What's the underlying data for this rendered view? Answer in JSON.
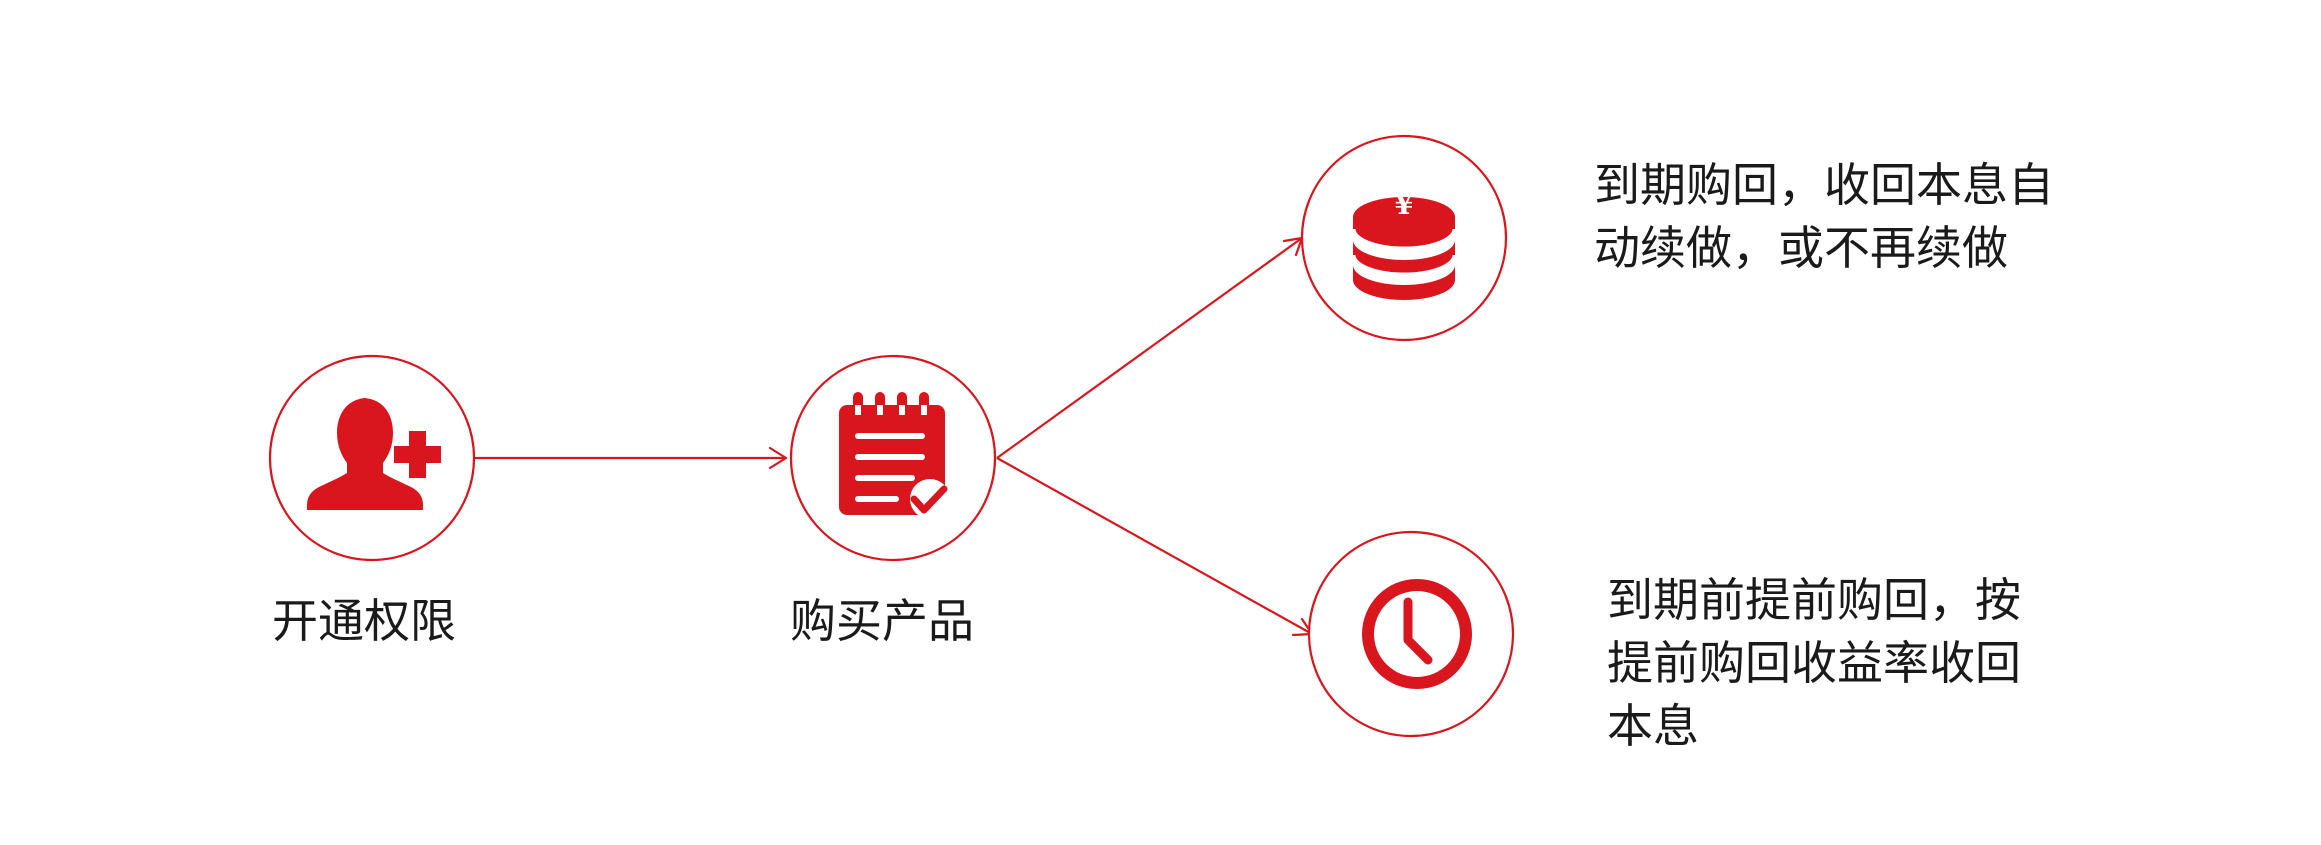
{
  "colors": {
    "accent": "#d9161e",
    "text": "#1a1a1a",
    "background": "#ffffff"
  },
  "steps": [
    {
      "label": "开通权限",
      "icon": "user-add-icon"
    },
    {
      "label": "购买产品",
      "icon": "notepad-check-icon"
    }
  ],
  "outcomes": [
    {
      "icon": "coin-stack-icon",
      "icon_glyph": "¥",
      "line1": "到期购回，收回本息自",
      "line2": "动续做，或不再续做",
      "line3": ""
    },
    {
      "icon": "clock-icon",
      "line1": "到期前提前购回，按",
      "line2": "提前购回收益率收回",
      "line3": "本息"
    }
  ]
}
